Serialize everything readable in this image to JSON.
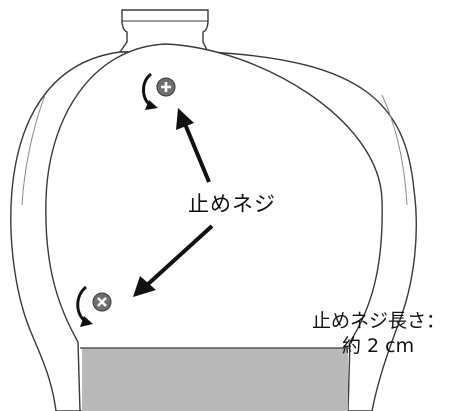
{
  "labels": {
    "screws": "止めネジ",
    "screw_length_title": "止めネジ長さ：",
    "screw_length_value": "約 2 cm"
  },
  "screws": [
    {
      "name": "upper-screw",
      "symbol": "plus"
    },
    {
      "name": "lower-screw",
      "symbol": "cross"
    }
  ],
  "colors": {
    "outline": "#3a3a3a",
    "screw_fill": "#6e6e6e",
    "base_fill": "#b9b9b9",
    "base_stripe": "#d5d5d5"
  }
}
